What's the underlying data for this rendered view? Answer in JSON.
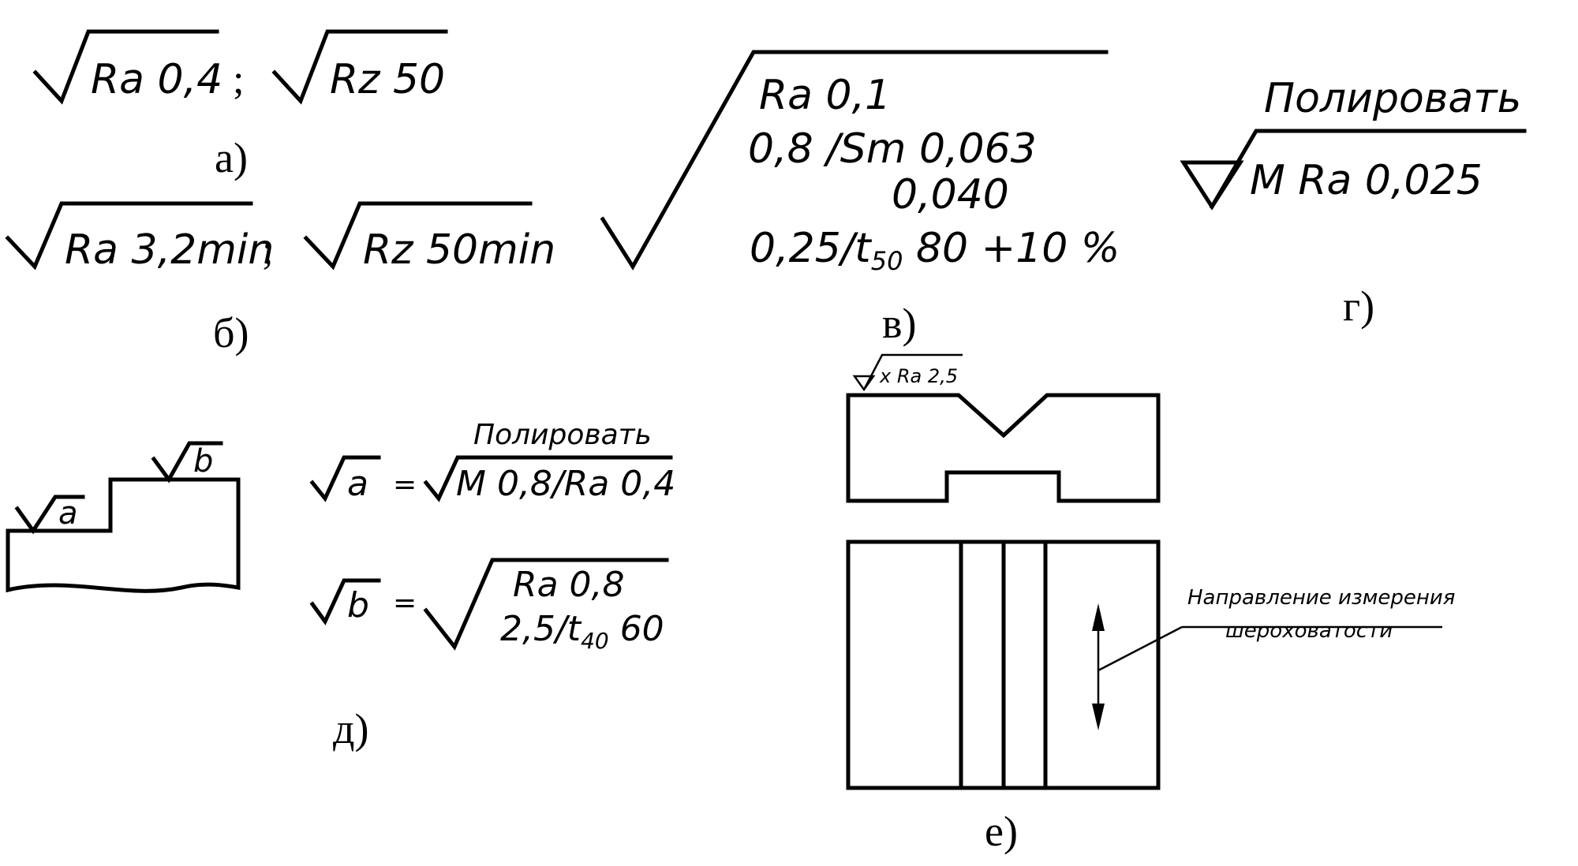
{
  "panel_a": {
    "sym1": "Ra 0,4",
    "sep": ";",
    "sym2": "Rz 50",
    "caption": "а)"
  },
  "panel_b": {
    "sym1": "Ra 3,2min",
    "sep": ";",
    "sym2": "Rz 50min",
    "caption": "б)"
  },
  "panel_v": {
    "line1": "Ra 0,1",
    "line2": "0,8 /Sm 0,063",
    "line3": "0,040",
    "line4_prefix": "0,25/t",
    "line4_sub": "50",
    "line4_suffix": " 80 +10 %",
    "caption": "в)"
  },
  "panel_g": {
    "instruction": "Полировать",
    "requirement": "M Ra 0,025",
    "caption": "г)"
  },
  "panel_d": {
    "label_a": "a",
    "label_b": "b",
    "eq_sign": "=",
    "instruction": "Полировать",
    "def_a": "M 0,8/Ra 0,4",
    "def_b_line1": "Ra 0,8",
    "def_b_prefix": "2,5/t",
    "def_b_sub": "40",
    "def_b_suffix": " 60",
    "caption": "д)"
  },
  "panel_e": {
    "symbol": "x Ra 2,5",
    "leader_line1": "Направление измерения",
    "leader_line2": "шероховатости",
    "caption": "е)"
  }
}
